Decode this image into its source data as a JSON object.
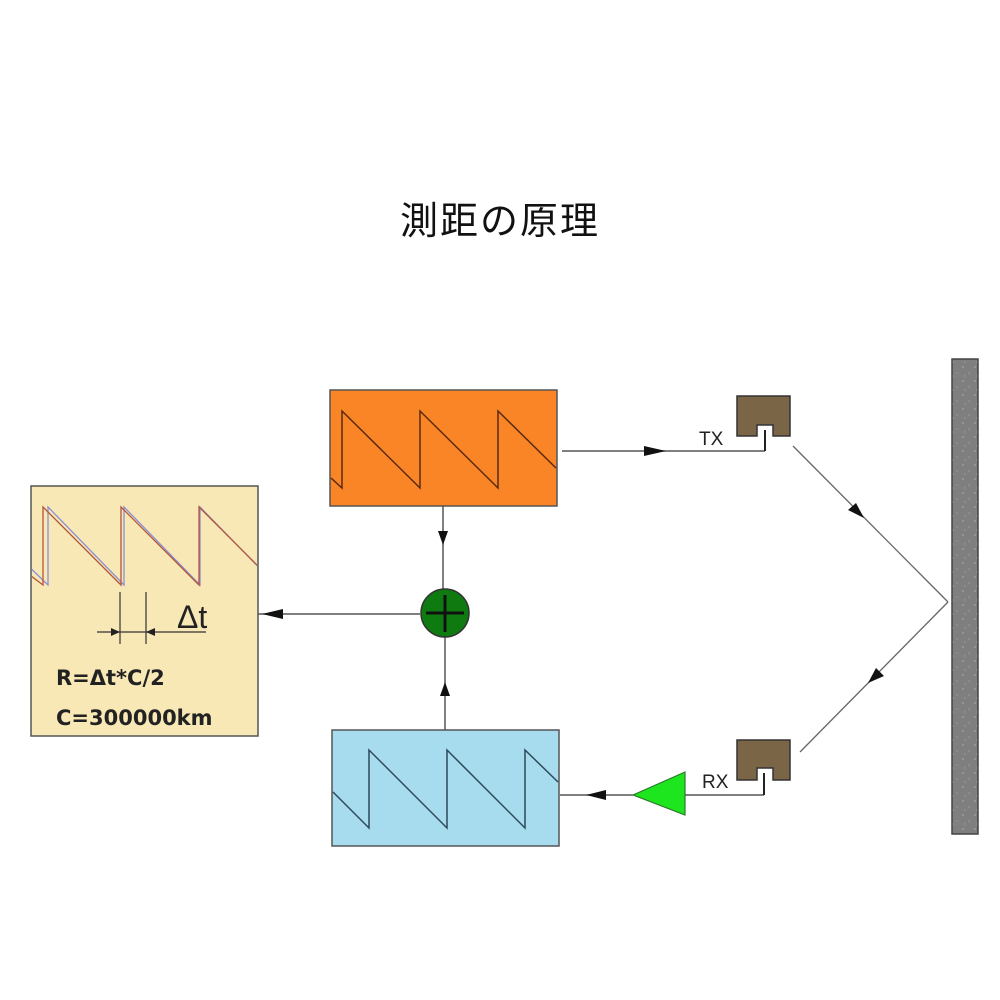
{
  "title": "測距の原理",
  "labels": {
    "tx": "TX",
    "rx": "RX",
    "delta_t": "Δt",
    "formula_range": "R=Δt*C/2",
    "formula_speed": "C=300000km"
  },
  "colors": {
    "transmit_block": "#f98527",
    "receive_block": "#a6dcee",
    "result_panel": "#f7e8b5",
    "mixer": "#0e7a10",
    "amplifier": "#1ee61e",
    "antenna": "#7a6547",
    "reflector": "#808080",
    "wave_tx": "#b4553a",
    "wave_rx": "#8a8fd8"
  }
}
